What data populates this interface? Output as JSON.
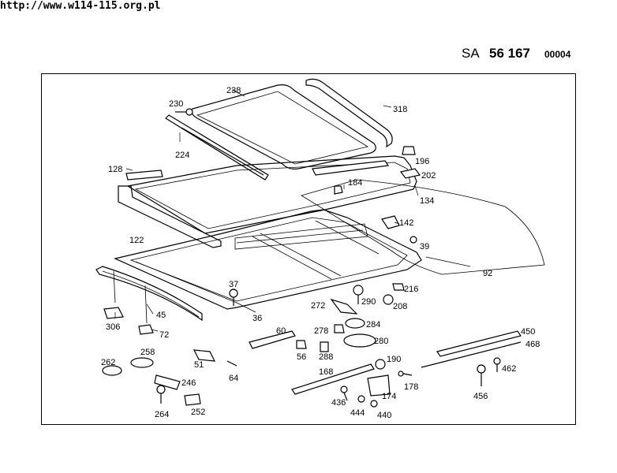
{
  "page_url": "http://www.w114-115.org.pl",
  "header": {
    "prefix": "SA",
    "group_number": "56 167",
    "sheet_code": "00004"
  },
  "part_labels": [
    {
      "id": "p238",
      "text": "238"
    },
    {
      "id": "p230",
      "text": "230"
    },
    {
      "id": "p318",
      "text": "318"
    },
    {
      "id": "p224",
      "text": "224"
    },
    {
      "id": "p196",
      "text": "196"
    },
    {
      "id": "p128",
      "text": "128"
    },
    {
      "id": "p202",
      "text": "202"
    },
    {
      "id": "p184",
      "text": "184"
    },
    {
      "id": "p134",
      "text": "134"
    },
    {
      "id": "p122",
      "text": "122"
    },
    {
      "id": "p142",
      "text": "142"
    },
    {
      "id": "p39",
      "text": "39"
    },
    {
      "id": "p92",
      "text": "92"
    },
    {
      "id": "p37",
      "text": "37"
    },
    {
      "id": "p216",
      "text": "216"
    },
    {
      "id": "p272",
      "text": "272"
    },
    {
      "id": "p290",
      "text": "290"
    },
    {
      "id": "p208",
      "text": "208"
    },
    {
      "id": "p306",
      "text": "306"
    },
    {
      "id": "p45",
      "text": "45"
    },
    {
      "id": "p36",
      "text": "36"
    },
    {
      "id": "p72",
      "text": "72"
    },
    {
      "id": "p60",
      "text": "60"
    },
    {
      "id": "p278",
      "text": "278"
    },
    {
      "id": "p284",
      "text": "284"
    },
    {
      "id": "p450",
      "text": "450"
    },
    {
      "id": "p468",
      "text": "468"
    },
    {
      "id": "p280",
      "text": "280"
    },
    {
      "id": "p258",
      "text": "258"
    },
    {
      "id": "p56",
      "text": "56"
    },
    {
      "id": "p288",
      "text": "288"
    },
    {
      "id": "p190",
      "text": "190"
    },
    {
      "id": "p262",
      "text": "262"
    },
    {
      "id": "p51",
      "text": "51"
    },
    {
      "id": "p462",
      "text": "462"
    },
    {
      "id": "p168",
      "text": "168"
    },
    {
      "id": "p64",
      "text": "64"
    },
    {
      "id": "p178",
      "text": "178"
    },
    {
      "id": "p246",
      "text": "246"
    },
    {
      "id": "p174",
      "text": "174"
    },
    {
      "id": "p456",
      "text": "456"
    },
    {
      "id": "p436",
      "text": "436"
    },
    {
      "id": "p264",
      "text": "264"
    },
    {
      "id": "p252",
      "text": "252"
    },
    {
      "id": "p444",
      "text": "444"
    },
    {
      "id": "p440",
      "text": "440"
    }
  ]
}
